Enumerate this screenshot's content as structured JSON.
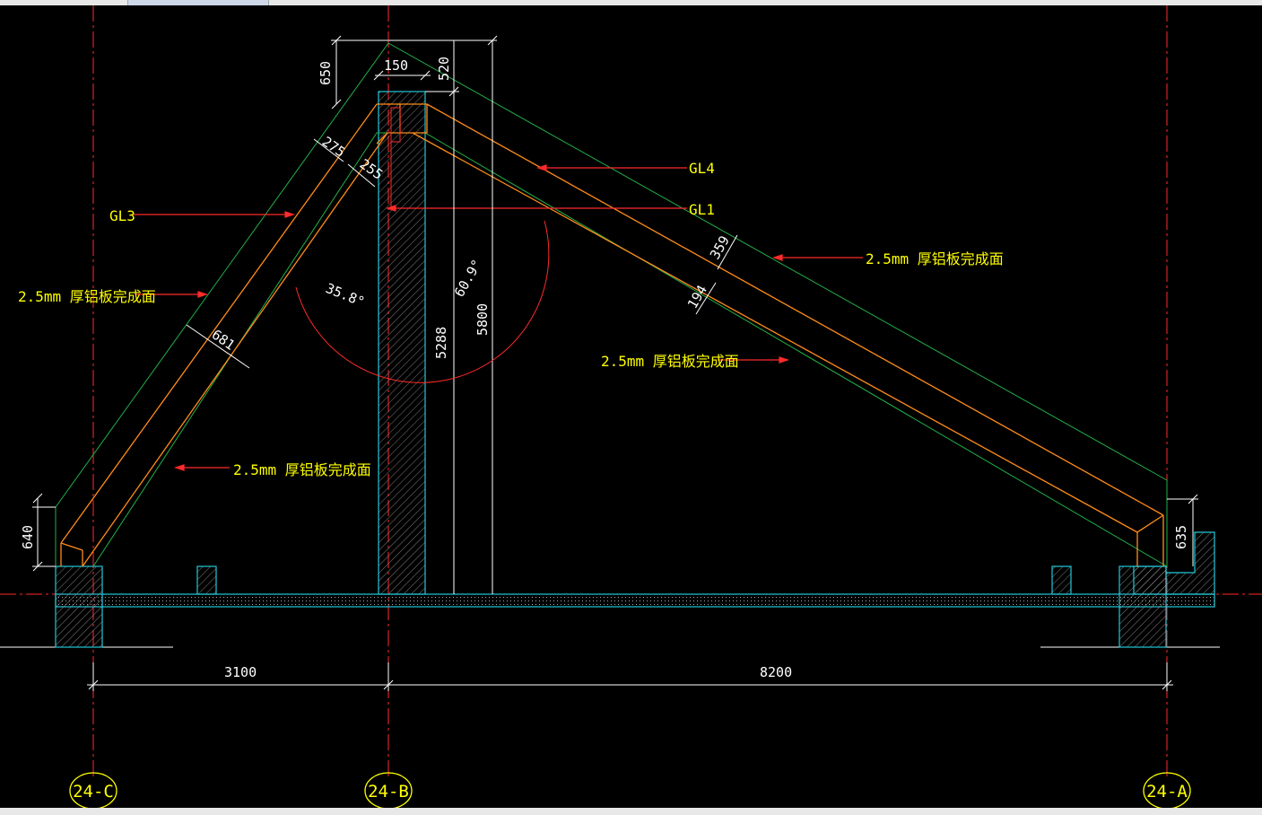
{
  "colors": {
    "background": "#000000",
    "axis": "#ff2a2a",
    "concrete": "#22c8d8",
    "steel": "#ff8c1a",
    "cladding": "#22b04a",
    "dimension": "#ffffff",
    "label": "#ffff00",
    "leader": "#ff2a2a"
  },
  "axes": [
    {
      "id": "24-C"
    },
    {
      "id": "24-B"
    },
    {
      "id": "24-A"
    }
  ],
  "dimensions": {
    "span_left": "3100",
    "span_right": "8200",
    "height_total": "5800",
    "height_column": "5288",
    "ridge_offset": "650",
    "column_width": "150",
    "ridge_520": "520",
    "left_eave": "640",
    "right_eave": "635",
    "d_275": "275",
    "d_255": "255",
    "d_681": "681",
    "d_359": "359",
    "d_194": "194"
  },
  "angles": {
    "left": "35.8°",
    "right": "60.9°"
  },
  "labels": {
    "gl3": "GL3",
    "gl4": "GL4",
    "gl1": "GL1",
    "cladding_a": "2.5mm 厚铝板完成面",
    "cladding_b": "2.5mm 厚铝板完成面",
    "cladding_c": "2.5mm 厚铝板完成面",
    "cladding_d": "2.5mm 厚铝板完成面"
  }
}
